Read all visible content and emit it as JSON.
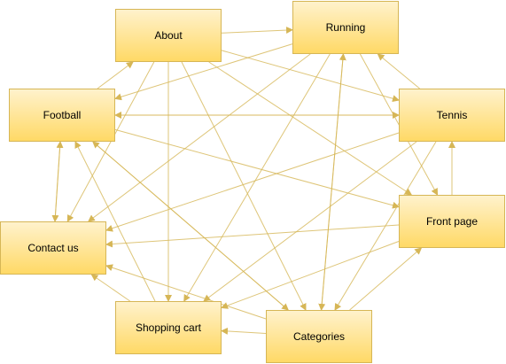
{
  "diagram": {
    "nodes": {
      "about": "About",
      "running": "Running",
      "football": "Football",
      "tennis": "Tennis",
      "front_page": "Front page",
      "contact_us": "Contact us",
      "shopping_cart": "Shopping cart",
      "categories": "Categories"
    },
    "edges": [
      {
        "from": "about",
        "to": "running"
      },
      {
        "from": "about",
        "to": "tennis"
      },
      {
        "from": "about",
        "to": "front_page"
      },
      {
        "from": "about",
        "to": "shopping_cart"
      },
      {
        "from": "about",
        "to": "categories"
      },
      {
        "from": "about",
        "to": "contact_us"
      },
      {
        "from": "football",
        "to": "about"
      },
      {
        "from": "football",
        "to": "tennis"
      },
      {
        "from": "football",
        "to": "front_page"
      },
      {
        "from": "football",
        "to": "contact_us"
      },
      {
        "from": "football",
        "to": "categories"
      },
      {
        "from": "running",
        "to": "football"
      },
      {
        "from": "running",
        "to": "shopping_cart"
      },
      {
        "from": "running",
        "to": "contact_us"
      },
      {
        "from": "running",
        "to": "categories"
      },
      {
        "from": "running",
        "to": "front_page"
      },
      {
        "from": "tennis",
        "to": "running"
      },
      {
        "from": "tennis",
        "to": "shopping_cart"
      },
      {
        "from": "tennis",
        "to": "contact_us"
      },
      {
        "from": "tennis",
        "to": "categories"
      },
      {
        "from": "tennis",
        "to": "football"
      },
      {
        "from": "front_page",
        "to": "tennis"
      },
      {
        "from": "front_page",
        "to": "contact_us"
      },
      {
        "from": "front_page",
        "to": "shopping_cart"
      },
      {
        "from": "categories",
        "to": "shopping_cart"
      },
      {
        "from": "categories",
        "to": "front_page"
      },
      {
        "from": "categories",
        "to": "contact_us"
      },
      {
        "from": "categories",
        "to": "running"
      },
      {
        "from": "categories",
        "to": "football"
      },
      {
        "from": "shopping_cart",
        "to": "contact_us"
      },
      {
        "from": "shopping_cart",
        "to": "football"
      },
      {
        "from": "contact_us",
        "to": "football"
      }
    ]
  },
  "colors": {
    "edge": "#d6b656",
    "node_border": "#d6b656",
    "node_fill_top": "#fff2cc",
    "node_fill_bottom": "#ffd966"
  }
}
